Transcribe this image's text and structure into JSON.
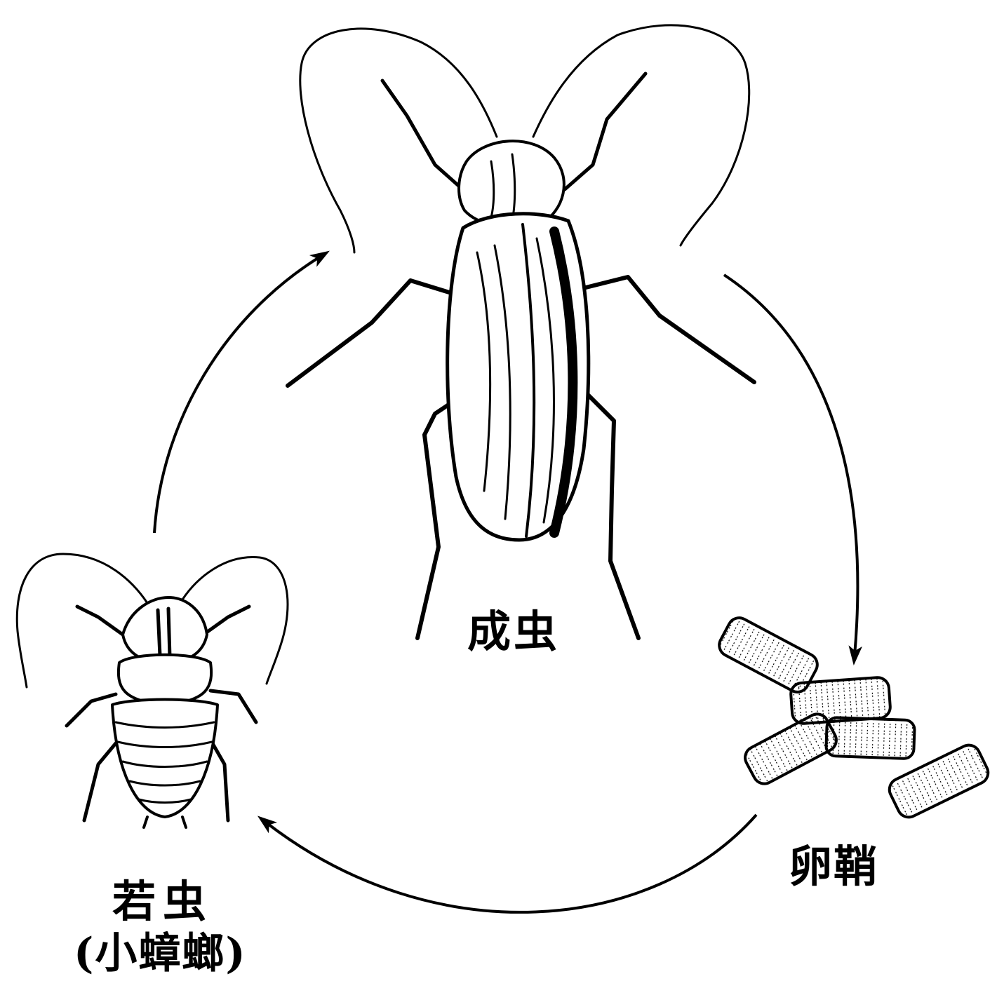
{
  "stages": {
    "adult": {
      "label": "成虫",
      "icon": "adult-cockroach-icon"
    },
    "ootheca": {
      "label": "卵鞘",
      "icon": "egg-case-icon"
    },
    "nymph": {
      "label": "若虫",
      "note": "(小蟑螂)",
      "icon": "nymph-cockroach-icon"
    }
  },
  "cycle_order": [
    "adult",
    "ootheca",
    "nymph",
    "adult"
  ],
  "colors": {
    "ink": "#000000",
    "paper": "#ffffff"
  }
}
